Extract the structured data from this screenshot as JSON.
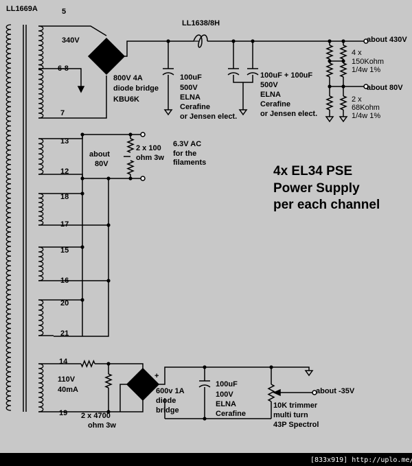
{
  "transformer": {
    "name": "LL1669A"
  },
  "taps": {
    "t5": "5",
    "t68": "6-8",
    "t7": "7",
    "t13": "13",
    "t12": "12",
    "t18": "18",
    "t17": "17",
    "t15": "15",
    "t16": "16",
    "t20": "20",
    "t21": "21",
    "t14": "14",
    "t19": "19"
  },
  "windings": {
    "v340": "340V"
  },
  "signs": {
    "plus": "+"
  },
  "bridge1": {
    "line1": "800V 4A",
    "line2": "diode bridge",
    "line3": "KBU6K"
  },
  "choke": {
    "name": "LL1638/8H"
  },
  "cap1": {
    "line1": "100uF",
    "line2": "500V",
    "line3": "ELNA",
    "line4": "Cerafine",
    "line5": "or Jensen elect."
  },
  "cap2": {
    "line1": "100uF + 100uF",
    "line2": "500V",
    "line3": "ELNA",
    "line4": "Cerafine",
    "line5": "or Jensen elect."
  },
  "outputs": {
    "v430": "about 430V",
    "v80": "about 80V",
    "vneg35": "about -35V"
  },
  "res_top": {
    "line1": "4 x",
    "line2": "150Kohm",
    "line3": "1/4w  1%"
  },
  "res_bottom": {
    "line1": "2 x",
    "line2": "68Kohm",
    "line3": "1/4w 1%"
  },
  "fil": {
    "about_line1": "about",
    "about_line2": "80V",
    "res_line1": "2 x 100",
    "res_line2": "ohm 3w",
    "ac_line1": "6.3V AC",
    "ac_line2": "for the",
    "ac_line3": "filaments"
  },
  "title": {
    "line1": "4x EL34 PSE",
    "line2": "Power Supply",
    "line3": "per each channel"
  },
  "bias": {
    "winding_v": "110V",
    "winding_i": "40mA",
    "res_line1": "2 x 4700",
    "res_line2": "ohm 3w"
  },
  "bridge2": {
    "line1": "600v 1A",
    "line2": "diode",
    "line3": "bridge"
  },
  "cap3": {
    "line1": "100uF",
    "line2": "100V",
    "line3": "ELNA",
    "line4": "Cerafine"
  },
  "trimmer": {
    "line1": "10K trimmer",
    "line2": "multi turn",
    "line3": "43P Spectrol"
  },
  "watermark": "[833x919] http://uplo.me/"
}
